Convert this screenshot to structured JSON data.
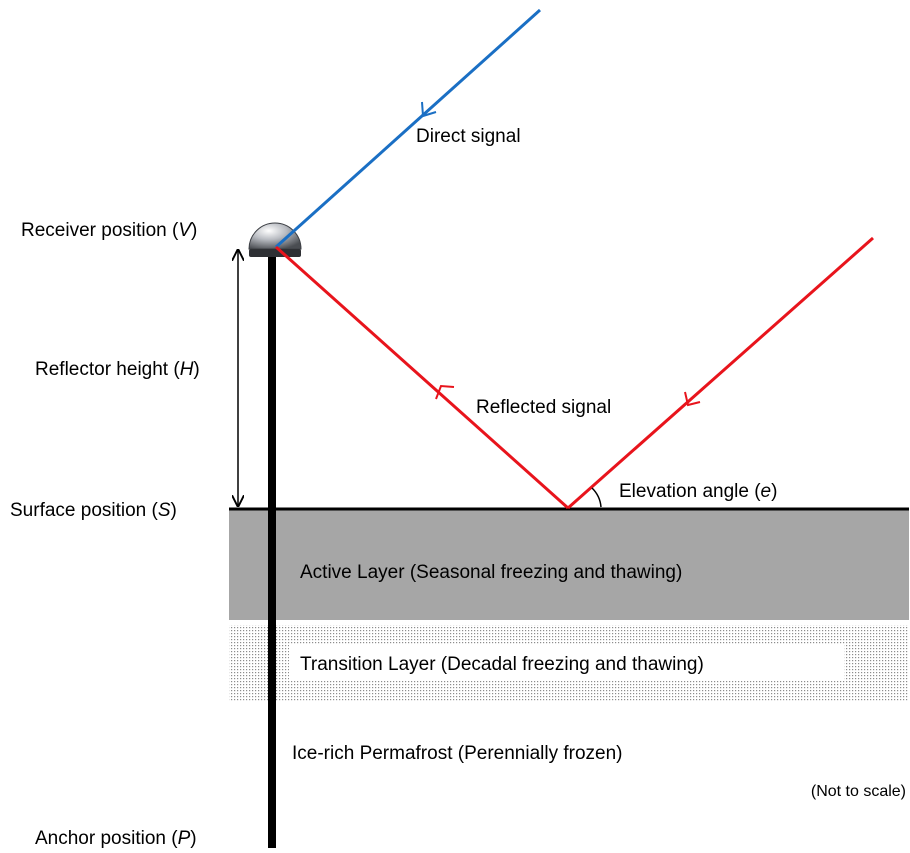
{
  "labels": {
    "direct_signal": "Direct signal",
    "reflected_signal": "Reflected signal",
    "elevation_angle": {
      "text": "Elevation angle (",
      "var": "e",
      "close": ")"
    },
    "receiver_position": {
      "text": "Receiver position (",
      "var": "V",
      "close": ")"
    },
    "reflector_height": {
      "text": "Reflector height (",
      "var": "H",
      "close": ")"
    },
    "surface_position": {
      "text": "Surface position (",
      "var": "S",
      "close": ")"
    },
    "anchor_position": {
      "text": "Anchor position (",
      "var": "P",
      "close": ")"
    },
    "active_layer": "Active Layer (Seasonal freezing and thawing)",
    "transition_layer": "Transition Layer (Decadal freezing and thawing)",
    "permafrost": "Ice-rich Permafrost (Perennially frozen)",
    "not_to_scale": "(Not to scale)"
  },
  "colors": {
    "direct_signal": "#1a6fc4",
    "reflected_signal": "#e8141c",
    "active_layer_fill": "#a6a6a6",
    "transition_dots": "#8c8c8c",
    "pole": "#000000",
    "ground_line": "#000000"
  }
}
